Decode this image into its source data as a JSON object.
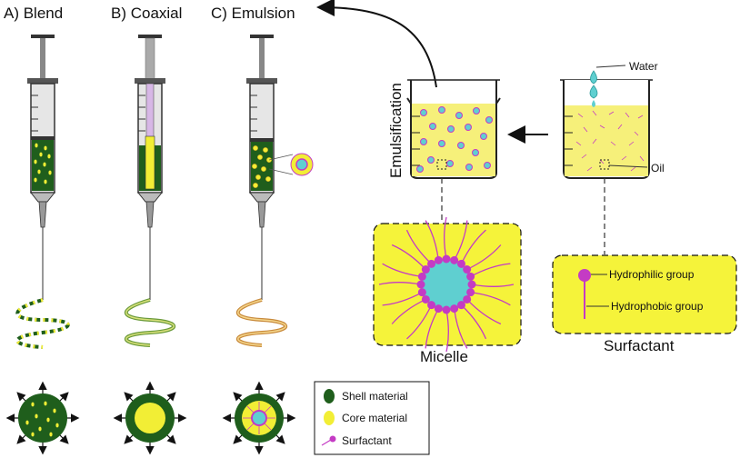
{
  "panels": {
    "blend": "A) Blend",
    "coaxial": "B) Coaxial",
    "emulsion": "C) Emulsion"
  },
  "process": {
    "emulsification": "Emulsification",
    "water": "Water",
    "oil": "Oil"
  },
  "insets": {
    "micelle": "Micelle",
    "surfactant": "Surfactant",
    "hydrophilic": "Hydrophilic group",
    "hydrophobic": "Hydrophobic group"
  },
  "legend": {
    "shell": "Shell material",
    "core": "Core material",
    "surfactant": "Surfactant"
  },
  "colors": {
    "shell": "#1f5e1c",
    "core": "#f2ee35",
    "water": "#5fcfd0",
    "surfactant": "#c43bc4",
    "inset_bg": "#f5f33a",
    "liquid": "#f6f07a",
    "sheath": "#e3a85a"
  }
}
